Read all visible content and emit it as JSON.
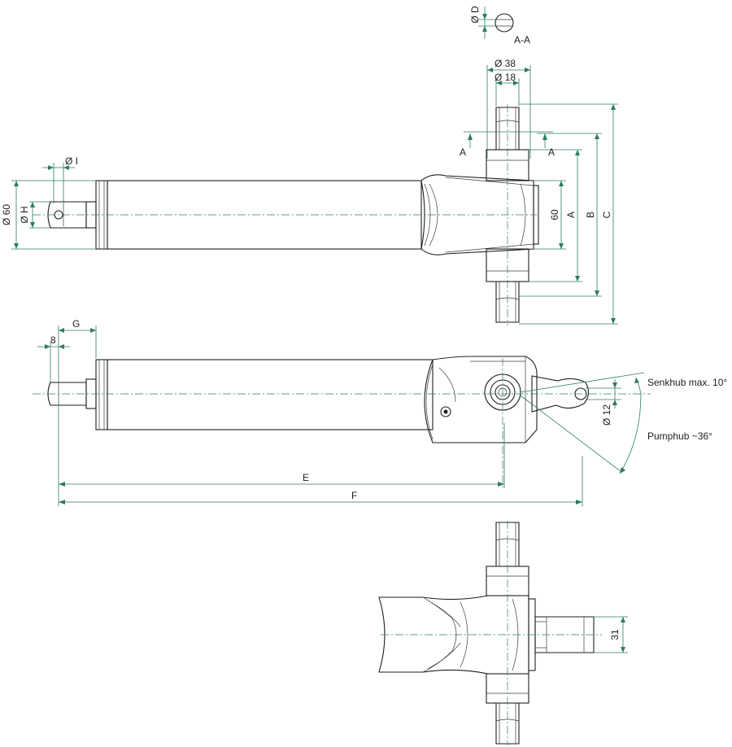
{
  "labels": {
    "dia_d": "Ø D",
    "section": "A-A",
    "dia_38": "Ø 38",
    "dia_18": "Ø 18",
    "dia_i": "Ø I",
    "dia_60": "Ø 60",
    "dia_h": "Ø H",
    "sec_a_left": "A",
    "sec_a_right": "A",
    "dim_60": "60",
    "dim_a": "A",
    "dim_b": "B",
    "dim_c": "C",
    "dim_g": "G",
    "dim_8": "8",
    "senkhub": "Senkhub max. 10°",
    "dia_12": "Ø 12",
    "pumphub": "Pumphub ~36°",
    "dim_e": "E",
    "dim_f": "F",
    "dim_31": "31"
  },
  "colors": {
    "outline": "#1e1e1e",
    "dimension": "#2e7d5b"
  }
}
